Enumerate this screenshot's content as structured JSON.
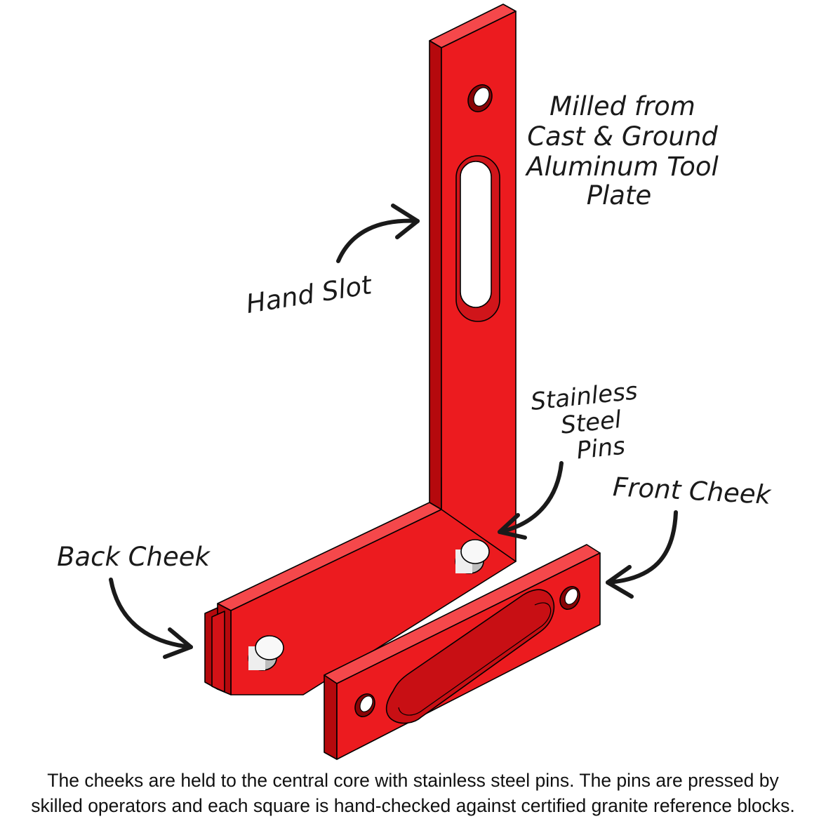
{
  "labels": {
    "milled_line1": "Milled from",
    "milled_line2": "Cast & Ground",
    "milled_line3": "Aluminum Tool",
    "milled_line4": "Plate",
    "hand_slot": "Hand Slot",
    "pins_line1": "Stainless",
    "pins_line2": "Steel",
    "pins_line3": "Pins",
    "front_cheek": "Front Cheek",
    "back_cheek": "Back Cheek"
  },
  "caption": {
    "line1": "The cheeks are held to the central core with stainless steel pins. The pins are pressed by",
    "line2": "skilled operators and each square is hand-checked against certified granite reference blocks."
  },
  "colors": {
    "part_front": "#ec1b1f",
    "part_top": "#f5484b",
    "part_side": "#b5090d",
    "pin": "#f2f2f2",
    "ink": "#1a1a1a"
  }
}
